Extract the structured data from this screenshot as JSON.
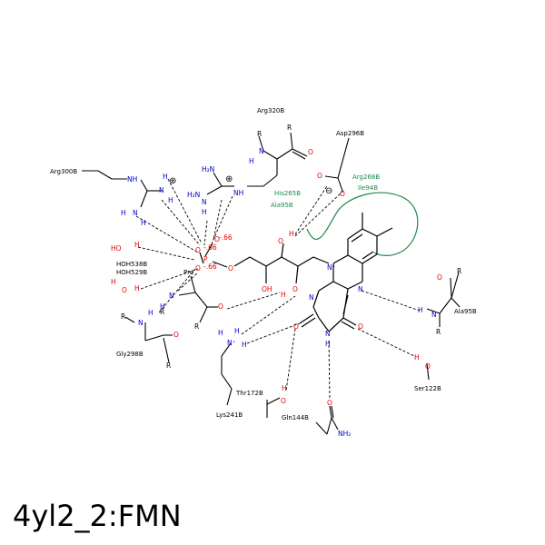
{
  "title": "4yl2_2:FMN",
  "colors": {
    "oxygen": "#e00000",
    "nitrogen": "#0000cc",
    "carbon": "#000000",
    "green_label": "#1e8a4c",
    "contact_curve": "#1e8a4c"
  },
  "residues": {
    "arg320": "Arg320B",
    "arg300": "Arg300B",
    "asp296": "Asp296B",
    "arg268": "Arg268B",
    "ile94": "Ile94B",
    "his265": "His265B",
    "ala95_green": "Ala95B",
    "hoh538": "HOH538B",
    "hoh529": "HOH529B",
    "pro": "Pro",
    "gly298": "Gly298B",
    "ala95": "Ala95B",
    "ser122": "Ser122B",
    "thr172": "Thr172B",
    "lys241": "Lys241B",
    "gln144": "Gln144B"
  },
  "atoms": {
    "N": "N",
    "H": "H",
    "O": "O",
    "P": "P",
    "R": "R",
    "OH": "OH",
    "NH": "NH",
    "NH2": "NH₂",
    "H2N": "H₂N",
    "Nplus": "N⁺",
    "HO": "HO",
    "H2": "H",
    "charge_plus": "⊕",
    "charge_minus": "⊖",
    "q1": "-.66",
    "q2": "-.66",
    "q3": "-.66"
  }
}
